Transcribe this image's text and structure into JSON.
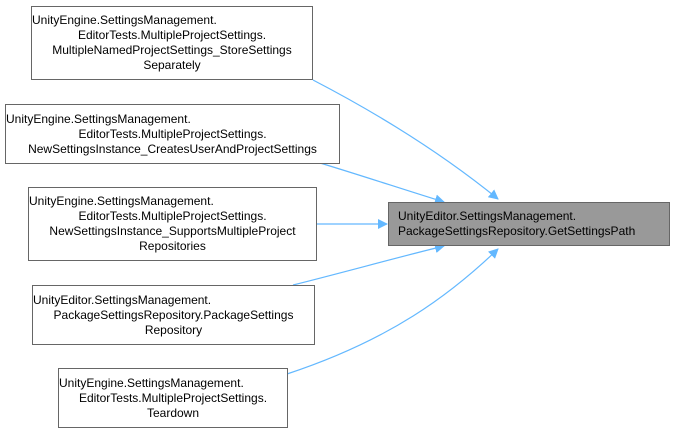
{
  "colors": {
    "edge": "#63b8ff",
    "node_border": "#666666",
    "node_fill": "#ffffff",
    "target_fill": "#999999"
  },
  "target": {
    "lines": [
      "UnityEditor.SettingsManagement.",
      "PackageSettingsRepository.GetSettingsPath"
    ]
  },
  "callers": [
    {
      "lines": [
        "UnityEngine.SettingsManagement.",
        "EditorTests.MultipleProjectSettings.",
        "MultipleNamedProjectSettings_StoreSettings",
        "Separately"
      ]
    },
    {
      "lines": [
        "UnityEngine.SettingsManagement.",
        "EditorTests.MultipleProjectSettings.",
        "NewSettingsInstance_CreatesUserAndProjectSettings"
      ]
    },
    {
      "lines": [
        "UnityEngine.SettingsManagement.",
        "EditorTests.MultipleProjectSettings.",
        "NewSettingsInstance_SupportsMultipleProject",
        "Repositories"
      ]
    },
    {
      "lines": [
        "UnityEditor.SettingsManagement.",
        "PackageSettingsRepository.PackageSettings",
        "Repository"
      ]
    },
    {
      "lines": [
        "UnityEngine.SettingsManagement.",
        "EditorTests.MultipleProjectSettings.",
        "Teardown"
      ]
    }
  ]
}
